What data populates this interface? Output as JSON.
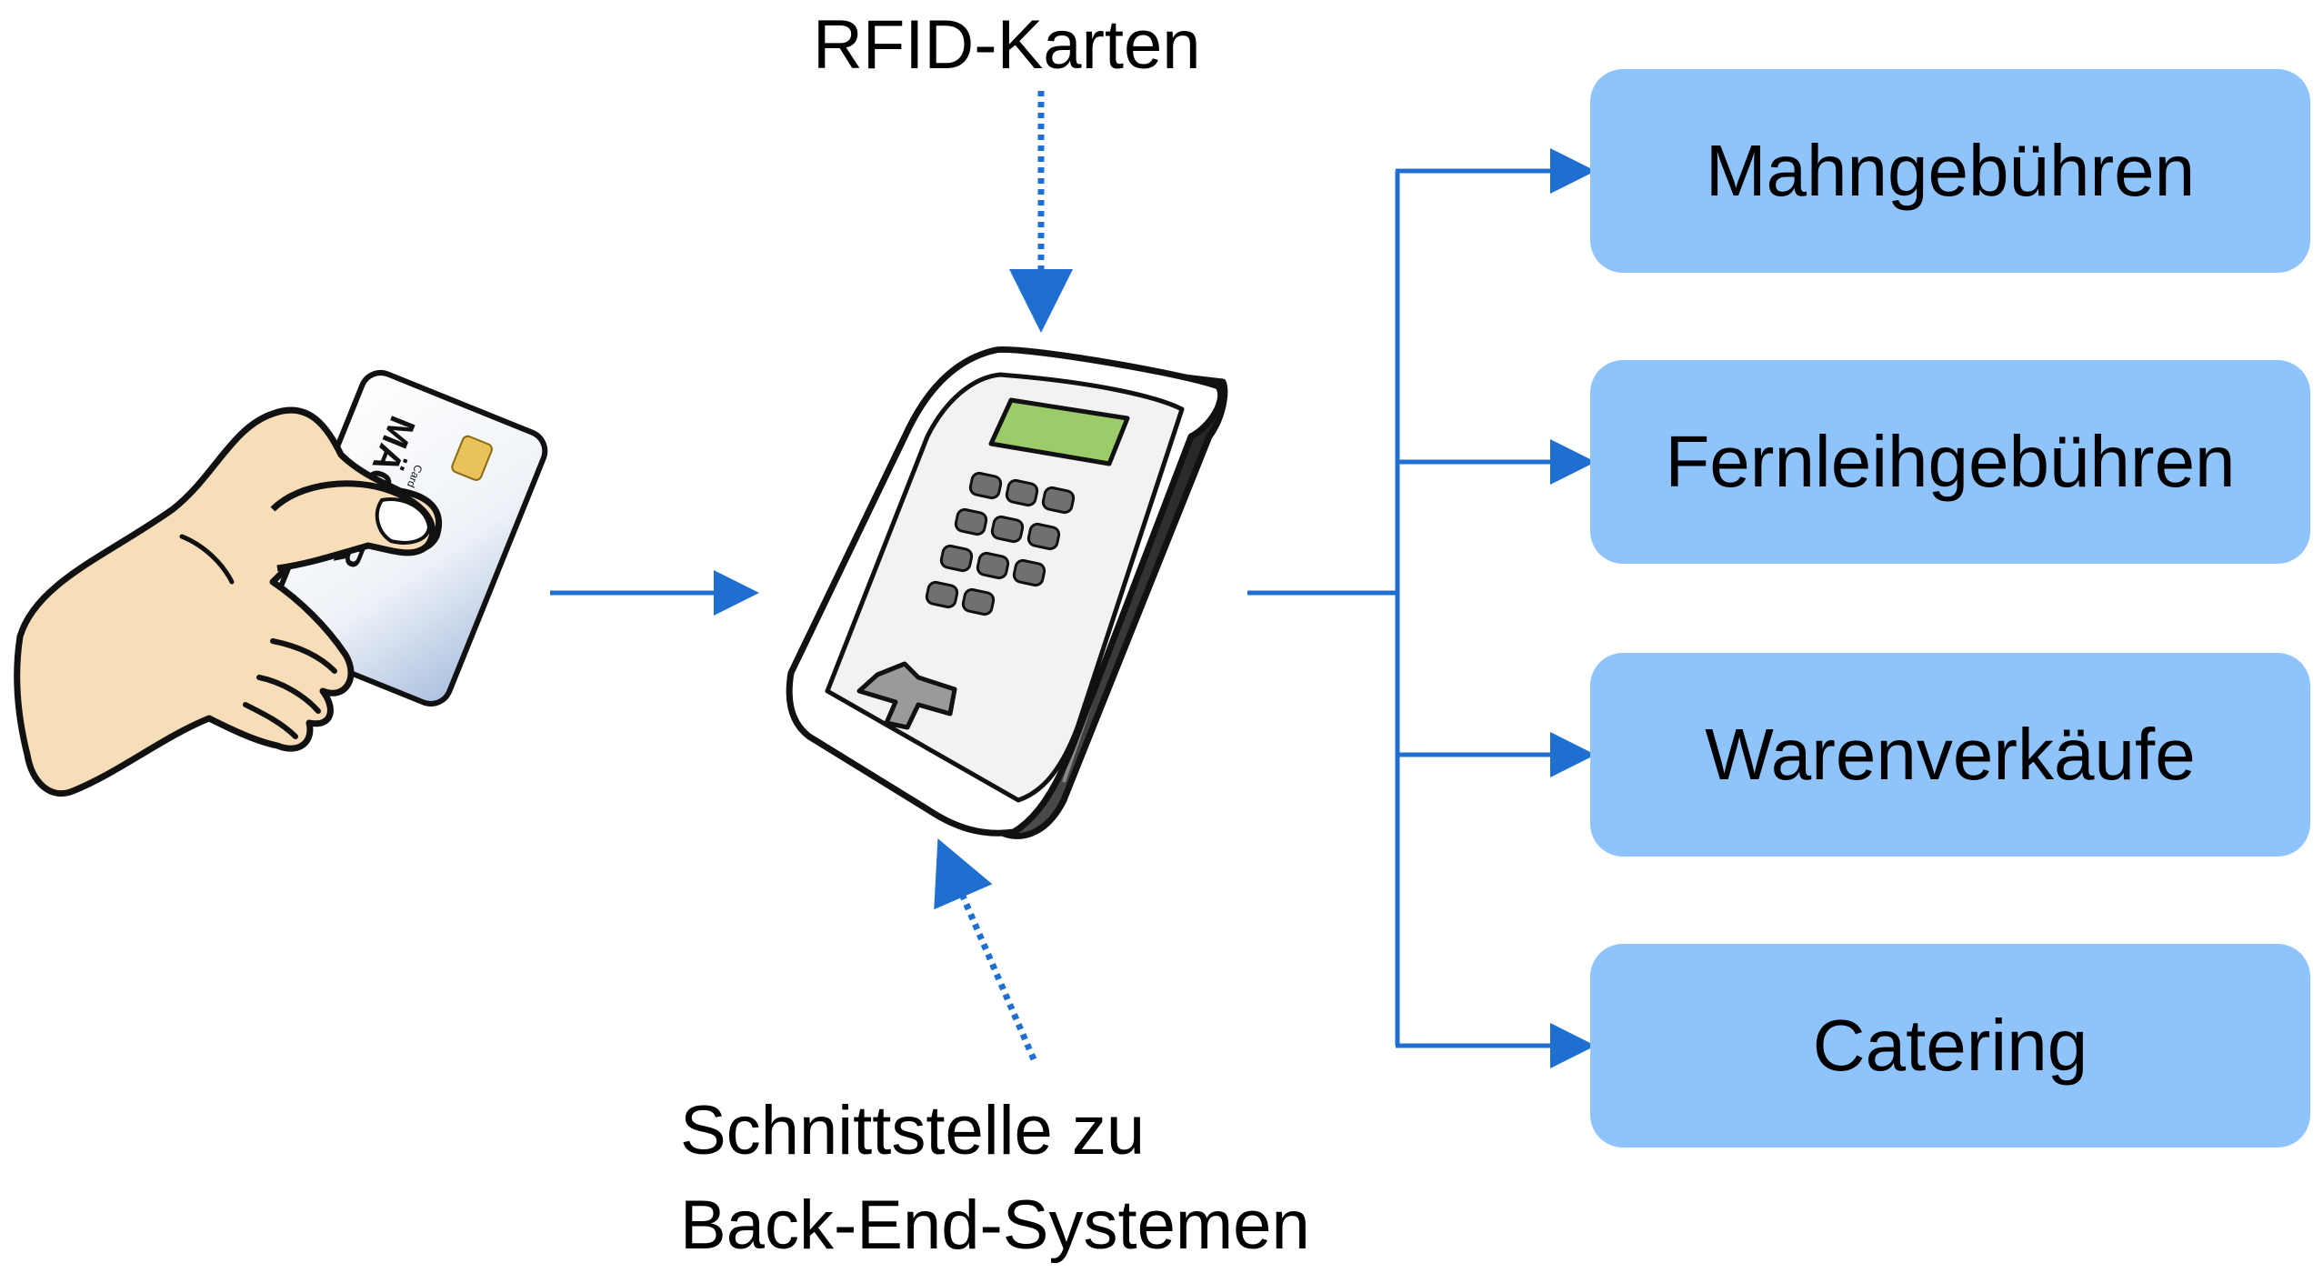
{
  "labels": {
    "rfid": "RFID-Karten",
    "interface_line1": "Schnittstelle zu",
    "interface_line2": "Back-End-Systemen"
  },
  "card": {
    "brand": "MÄCKER",
    "sub": "Card Solutions"
  },
  "targets": [
    "Mahngebühren",
    "Fernleihgebühren",
    "Warenverkäufe",
    "Catering"
  ],
  "colors": {
    "arrow": "#1f6fd0",
    "box_fill": "#8fc3fc",
    "display": "#9ccb6a",
    "card_chip": "#e8c25a"
  },
  "icons": [
    "hand-holding-card-icon",
    "card-terminal-icon"
  ]
}
